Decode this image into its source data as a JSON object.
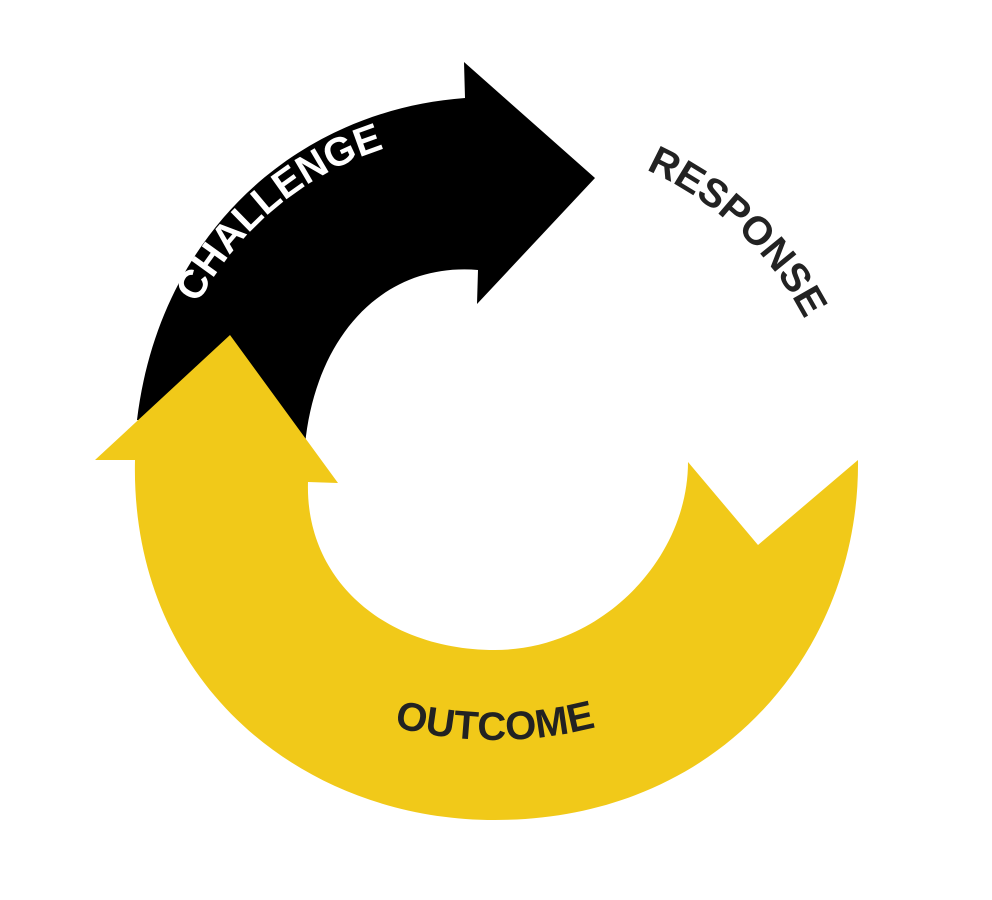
{
  "stages": [
    {
      "id": "challenge",
      "label": "CHALLENGE",
      "arrow_color": "#000000",
      "text_color": "#ffffff"
    },
    {
      "id": "response",
      "label": "RESPONSE",
      "arrow_color": "",
      "text_color": "#222222"
    },
    {
      "id": "outcome",
      "label": "OUTCOME",
      "arrow_color": "#F1C919",
      "text_color": "#222222"
    }
  ]
}
